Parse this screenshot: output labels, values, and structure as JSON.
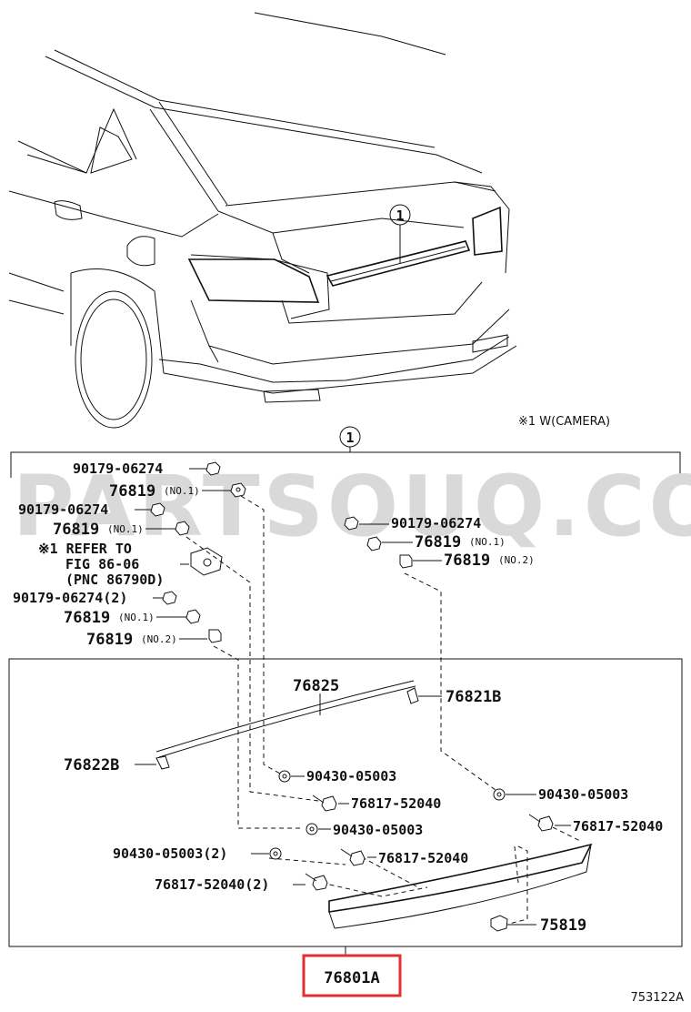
{
  "watermark": "PARTSOUQ.COM",
  "car_callout": "1",
  "section_callout": "1",
  "camera_note": "※1 W(CAMERA)",
  "refer_note": {
    "line1": "※1 REFER TO",
    "line2": "FIG 86-06",
    "line3": "(PNC 86790D)"
  },
  "labels": {
    "nut_a": "90179-06274",
    "clip_a": "76819",
    "clip_a_sub": "(NO.1)",
    "nut_b": "90179-06274",
    "clip_b": "76819",
    "clip_b_sub": "(NO.1)",
    "nut_c": "90179-06274(2)",
    "clip_c": "76819",
    "clip_c_sub": "(NO.1)",
    "clip_d": "76819",
    "clip_d_sub": "(NO.2)",
    "nut_r": "90179-06274",
    "clip_r1": "76819",
    "clip_r1_sub": "(NO.1)",
    "clip_r2": "76819",
    "clip_r2_sub": "(NO.2)",
    "moulding": "76825",
    "end_right": "76821B",
    "end_left": "76822B",
    "washer_1": "90430-05003",
    "stud_1": "76817-52040",
    "washer_2": "90430-05003",
    "stud_2": "76817-52040",
    "washer_3": "90430-05003",
    "stud_3": "76817-52040",
    "washer_4": "90430-05003(2)",
    "stud_4": "76817-52040(2)",
    "retainer": "75819",
    "assembly": "76801A",
    "figure_code": "753122A"
  },
  "colors": {
    "line": "#111111",
    "highlight": "#e03030",
    "watermark": "#d9d9d9"
  }
}
